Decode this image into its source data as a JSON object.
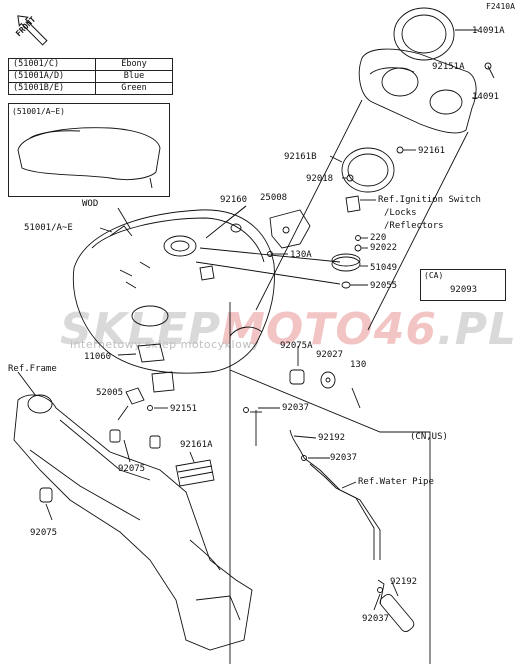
{
  "diagram_code": "F2410A",
  "front_label": "FRONT",
  "color_table": [
    {
      "code": "(51001/C)",
      "color": "Ebony"
    },
    {
      "code": "(51001A/D)",
      "color": "Blue"
    },
    {
      "code": "(51001B/E)",
      "color": "Green"
    }
  ],
  "inset_label": "(51001/A~E)",
  "ca_box": {
    "region": "(CA)",
    "part": "92093"
  },
  "cn_us_label": "(CN,US)",
  "watermark": {
    "brand_a": "SKLEP",
    "brand_b": "MOTO46",
    "domain": ".PL",
    "tagline": "internetowy sklep motocyklowy"
  },
  "parts": {
    "p14091A": "14091A",
    "p92151A": "92151A",
    "p14091": "14091",
    "p92161": "92161",
    "p92161B": "92161B",
    "p92018": "92018",
    "ref_ignition": "Ref.Ignition Switch",
    "ref_locks": "/Locks",
    "ref_reflectors": "/Reflectors",
    "wod": "WOD",
    "p92160": "92160",
    "p25008": "25008",
    "p51001": "51001/A~E",
    "p220": "220",
    "p92022": "92022",
    "p130A": "130A",
    "p51049": "51049",
    "p92055": "92055",
    "p11060": "11060",
    "p92075A": "92075A",
    "p92027": "92027",
    "ref_frame": "Ref.Frame",
    "p130": "130",
    "p52005": "52005",
    "p92151": "92151",
    "p92037_a": "92037",
    "p92192_a": "92192",
    "p92037_b": "92037",
    "p92161A": "92161A",
    "p92075_a": "92075",
    "ref_water_pipe": "Ref.Water Pipe",
    "p92075_b": "92075",
    "p92192_b": "92192",
    "p92037_c": "92037"
  }
}
